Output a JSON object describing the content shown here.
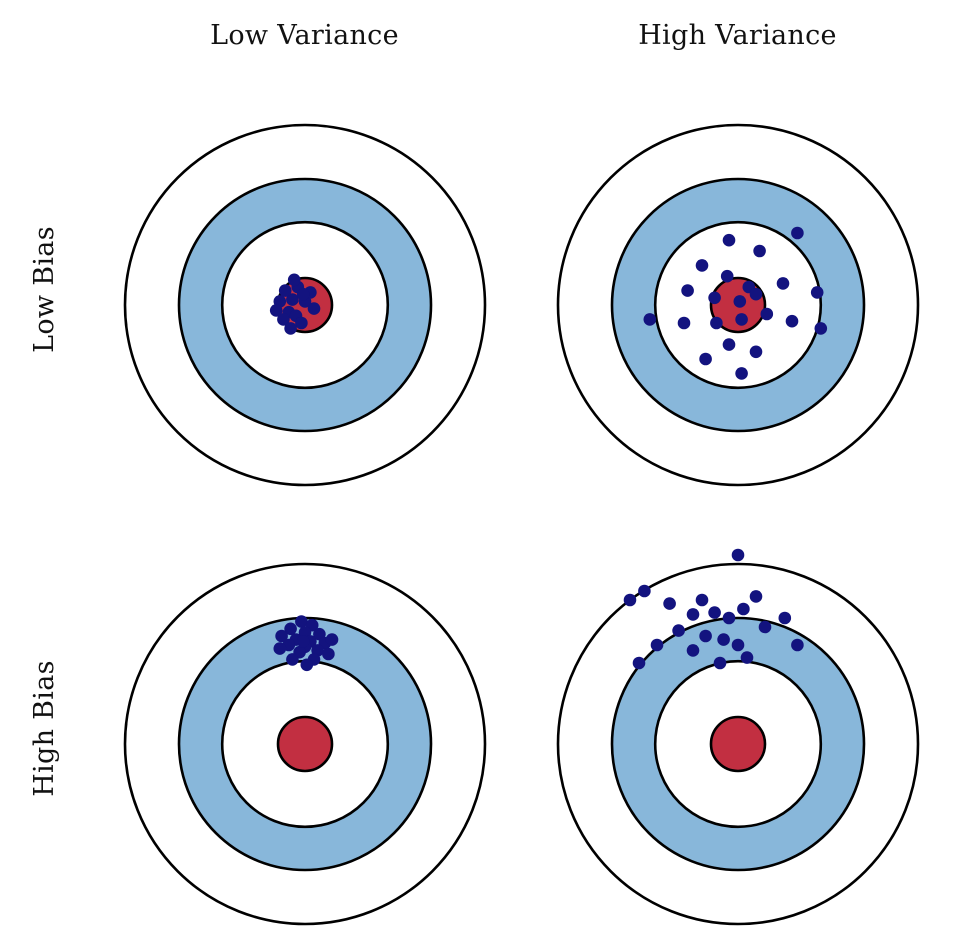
{
  "columns": [
    {
      "label": "Low Variance"
    },
    {
      "label": "High Variance"
    }
  ],
  "rows": [
    {
      "label": "Low Bias"
    },
    {
      "label": "High Bias"
    }
  ],
  "colors": {
    "background": "#ffffff",
    "outer_ring_fill": "#ffffff",
    "blue_ring_fill": "#88b7da",
    "red_center_fill": "#c22f41",
    "dot_fill": "#13137f",
    "circle_stroke": "#000000"
  },
  "geometry": {
    "outer_radius": 1.0,
    "blue_outer_radius": 0.7,
    "blue_inner_radius": 0.46,
    "red_radius": 0.15,
    "dot_radius": 0.035
  },
  "chart_data": {
    "type": "scatter",
    "title": "Bias-Variance tradeoff bullseye diagram",
    "legend_position": "none",
    "grid": false,
    "units": "dot offsets normalized to outer circle radius; negative y is upward",
    "targets": [
      {
        "row": "Low Bias",
        "column": "Low Variance",
        "dots": [
          [
            -0.07,
            -0.03
          ],
          [
            -0.11,
            -0.08
          ],
          [
            -0.04,
            -0.1
          ],
          [
            0.0,
            -0.02
          ],
          [
            -0.09,
            0.04
          ],
          [
            -0.14,
            -0.02
          ],
          [
            -0.05,
            0.06
          ],
          [
            0.03,
            -0.07
          ],
          [
            -0.02,
            0.1
          ],
          [
            -0.12,
            0.08
          ],
          [
            -0.16,
            0.03
          ],
          [
            0.05,
            0.02
          ],
          [
            -0.06,
            -0.14
          ],
          [
            -0.01,
            -0.06
          ],
          [
            -0.08,
            0.13
          ]
        ]
      },
      {
        "row": "Low Bias",
        "column": "High Variance",
        "dots": [
          [
            -0.05,
            -0.36
          ],
          [
            0.33,
            -0.4
          ],
          [
            0.12,
            -0.3
          ],
          [
            -0.2,
            -0.22
          ],
          [
            -0.06,
            -0.16
          ],
          [
            0.06,
            -0.1
          ],
          [
            -0.28,
            -0.08
          ],
          [
            -0.13,
            -0.04
          ],
          [
            0.01,
            -0.02
          ],
          [
            0.1,
            -0.06
          ],
          [
            0.25,
            -0.12
          ],
          [
            0.44,
            -0.07
          ],
          [
            -0.49,
            0.08
          ],
          [
            -0.3,
            0.1
          ],
          [
            -0.12,
            0.1
          ],
          [
            0.02,
            0.08
          ],
          [
            0.16,
            0.05
          ],
          [
            0.3,
            0.09
          ],
          [
            0.46,
            0.13
          ],
          [
            -0.05,
            0.22
          ],
          [
            0.1,
            0.26
          ],
          [
            -0.18,
            0.3
          ],
          [
            0.02,
            0.38
          ]
        ]
      },
      {
        "row": "High Bias",
        "column": "Low Variance",
        "dots": [
          [
            -0.02,
            -0.68
          ],
          [
            0.04,
            -0.66
          ],
          [
            -0.08,
            -0.64
          ],
          [
            0.0,
            -0.62
          ],
          [
            0.08,
            -0.61
          ],
          [
            -0.13,
            -0.6
          ],
          [
            -0.05,
            -0.58
          ],
          [
            0.03,
            -0.57
          ],
          [
            0.11,
            -0.56
          ],
          [
            -0.09,
            -0.55
          ],
          [
            0.0,
            -0.54
          ],
          [
            0.07,
            -0.52
          ],
          [
            -0.03,
            -0.51
          ],
          [
            0.13,
            -0.5
          ],
          [
            -0.14,
            -0.53
          ],
          [
            0.05,
            -0.47
          ],
          [
            -0.07,
            -0.47
          ],
          [
            0.01,
            -0.44
          ],
          [
            0.15,
            -0.58
          ],
          [
            -0.01,
            -0.57
          ]
        ]
      },
      {
        "row": "High Bias",
        "column": "High Variance",
        "dots": [
          [
            0.0,
            -1.05
          ],
          [
            -0.52,
            -0.85
          ],
          [
            -0.6,
            -0.8
          ],
          [
            -0.38,
            -0.78
          ],
          [
            -0.2,
            -0.8
          ],
          [
            -0.25,
            -0.72
          ],
          [
            -0.13,
            -0.73
          ],
          [
            -0.05,
            -0.7
          ],
          [
            0.03,
            -0.75
          ],
          [
            0.1,
            -0.82
          ],
          [
            0.26,
            -0.7
          ],
          [
            0.15,
            -0.65
          ],
          [
            -0.33,
            -0.63
          ],
          [
            -0.45,
            -0.55
          ],
          [
            -0.18,
            -0.6
          ],
          [
            -0.08,
            -0.58
          ],
          [
            0.0,
            -0.55
          ],
          [
            -0.25,
            -0.52
          ],
          [
            -0.55,
            -0.45
          ],
          [
            -0.1,
            -0.45
          ],
          [
            0.05,
            -0.48
          ],
          [
            0.33,
            -0.55
          ]
        ]
      }
    ]
  }
}
